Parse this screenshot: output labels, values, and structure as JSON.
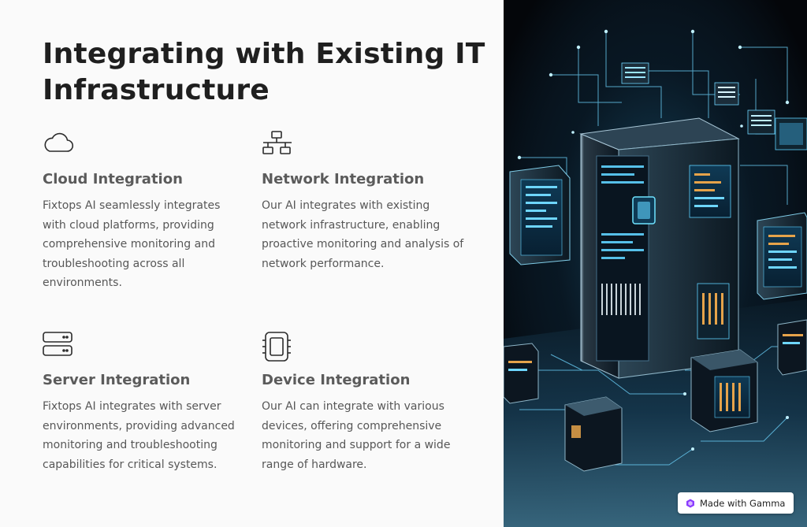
{
  "page": {
    "title": "Integrating with Existing IT Infrastructure"
  },
  "cards": [
    {
      "icon": "cloud-icon",
      "heading": "Cloud Integration",
      "body": "Fixtops AI seamlessly integrates with cloud platforms, providing comprehensive monitoring and troubleshooting across all environments."
    },
    {
      "icon": "network-icon",
      "heading": "Network Integration",
      "body": "Our AI integrates with existing network infrastructure, enabling proactive monitoring and analysis of network performance."
    },
    {
      "icon": "server-icon",
      "heading": "Server Integration",
      "body": "Fixtops AI integrates with server environments, providing advanced monitoring and troubleshooting capabilities for critical systems."
    },
    {
      "icon": "device-chip-icon",
      "heading": "Device Integration",
      "body": "Our AI can integrate with various devices, offering comprehensive monitoring and support for a wide range of hardware."
    }
  ],
  "hero_image": {
    "icon": "server-rack-illustration"
  },
  "badge": {
    "label": "Made with Gamma",
    "icon": "gamma-logo-icon"
  },
  "colors": {
    "background": "#fafafa",
    "title": "#1f1f1f",
    "heading": "#5b5b5b",
    "body_text": "#575757",
    "hero_glow": "#5fd3ff",
    "gamma_purple": "#8b3dff"
  }
}
